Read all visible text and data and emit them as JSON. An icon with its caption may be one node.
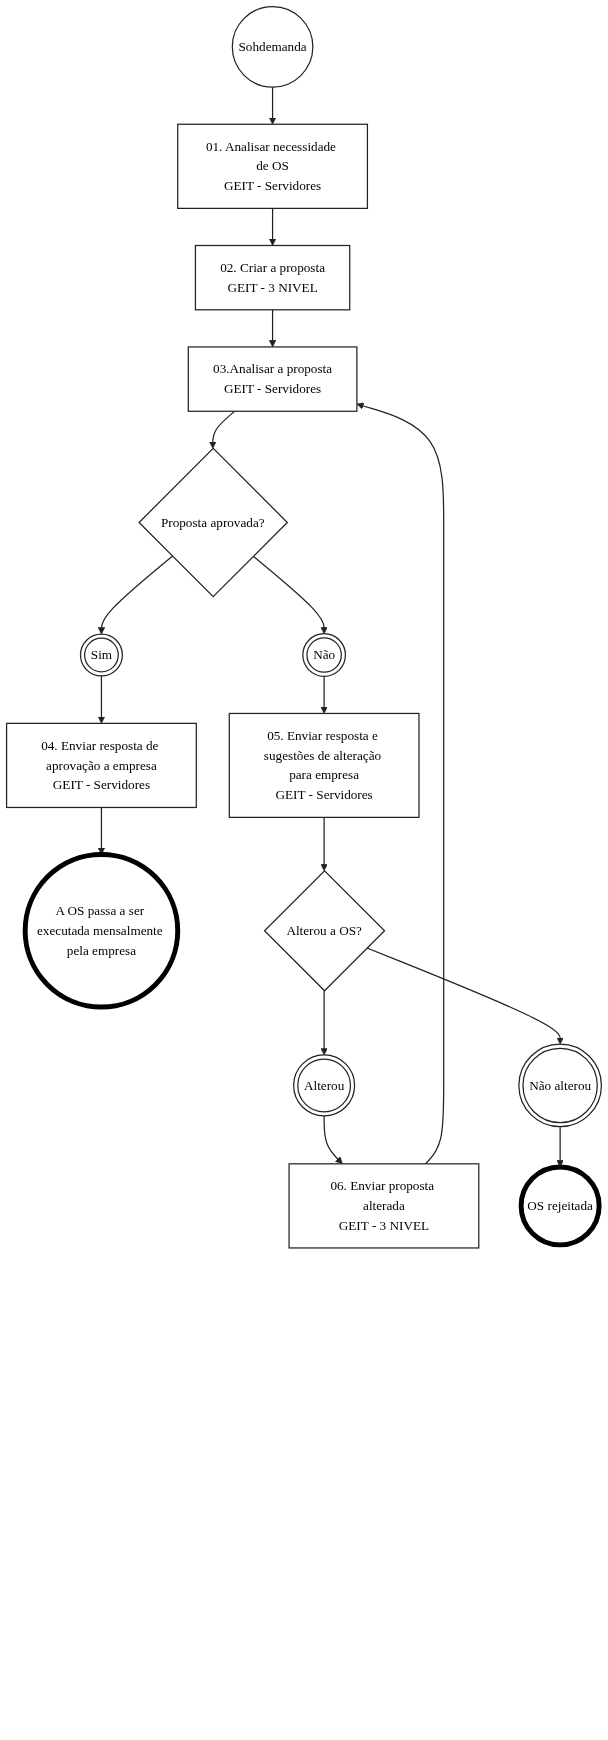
{
  "diagram": {
    "nodes": [
      {
        "text": [
          "Sohdemanda"
        ]
      },
      {
        "text": [
          "01. Analisar necessidade de OS",
          "GEIT - Servidores"
        ]
      },
      {
        "text": [
          "02. Criar a proposta",
          "GEIT - 3 NIVEL"
        ]
      },
      {
        "text": [
          "03.Analisar a proposta",
          "GEIT - Servidores"
        ]
      },
      {
        "text": [
          "Proposta aprovada?"
        ]
      },
      {
        "text": [
          "Não"
        ]
      },
      {
        "text": [
          "Sim"
        ]
      },
      {
        "text": [
          "05. Enviar resposta e sugestões de alteração para empresa",
          "GEIT - Servidores"
        ]
      },
      {
        "text": [
          "04. Enviar resposta de aprovação a empresa",
          "GEIT - Servidores"
        ]
      },
      {
        "text": [
          "A OS passa a ser executada mensalmente pela empresa"
        ]
      },
      {
        "text": [
          "Alterou a OS?"
        ]
      },
      {
        "text": [
          "Alterou"
        ]
      },
      {
        "text": [
          "Não alterou"
        ]
      },
      {
        "text": [
          "06. Enviar proposta alterada",
          "GEIT - 3 NIVEL"
        ]
      },
      {
        "text": [
          "OS rejeitada"
        ]
      }
    ],
    "edges": [
      {
        "from": 0,
        "to": 1,
        "arrow": "to"
      },
      {
        "from": 1,
        "to": 2,
        "arrow": "to"
      },
      {
        "from": 2,
        "to": 3,
        "arrow": "to"
      },
      {
        "from": 3,
        "to": 4,
        "arrow": "to"
      },
      {
        "from": 4,
        "to": 5,
        "arrow": "to"
      },
      {
        "from": 4,
        "to": 6,
        "arrow": "to"
      },
      {
        "from": 5,
        "to": 7,
        "arrow": "to"
      },
      {
        "from": 6,
        "to": 8,
        "arrow": "to"
      },
      {
        "from": 8,
        "to": 9,
        "arrow": "to"
      },
      {
        "from": 7,
        "to": 10,
        "arrow": "to"
      },
      {
        "from": 10,
        "to": 11,
        "arrow": "to"
      },
      {
        "from": 10,
        "to": 12,
        "arrow": "to"
      },
      {
        "from": 11,
        "to": 13,
        "arrow": "to"
      },
      {
        "from": 12,
        "to": 14,
        "arrow": "to"
      },
      {
        "from": 13,
        "to": 3,
        "arrow": "to"
      }
    ]
  }
}
